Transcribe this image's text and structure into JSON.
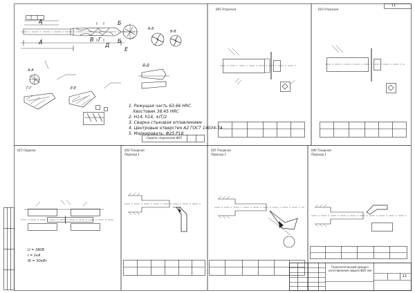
{
  "sheet": {
    "number": "11"
  },
  "technical_requirements": [
    "1. Режущая часть 63.66 HRC",
    "Хвостовик 38.45 HRC",
    "2. H14, h14, ±IT/2",
    "3. Сварка стыковая оплавлением",
    "4. Центровые отверстия А2 ГОСТ 14034-74",
    "5. Маркировать: Ф25 Р18"
  ],
  "views": {
    "section_A": "А-А",
    "section_B": "Б-Б",
    "section_V": "В-В",
    "section_G": "Г-Г",
    "section_D": "Д-Д",
    "section_E": "Е-Е",
    "letter_A": "А",
    "letter_B": "Б",
    "letter_V": "В",
    "letter_G": "Г",
    "letter_D": "Д",
    "letter_E": "Е"
  },
  "operations": {
    "op005": {
      "title": "005 Отрезная"
    },
    "op010": {
      "title": "010 Отрезная"
    },
    "op015": {
      "title": "015 Сварная"
    },
    "op020": {
      "title": "020 Токарная",
      "subtitle": "Переход 1"
    },
    "op025": {
      "title": "025 Токарная",
      "subtitle": "Переход 1"
    },
    "op040": {
      "title": "040 Токарная",
      "subtitle": "Переход 1"
    }
  },
  "weld_params": [
    "U = 380В",
    "I = 1кА",
    "W = 30кВт"
  ],
  "drill_label": "Сверло спиральное Ф25",
  "title_block": {
    "name": "Технологический процесс изготовления сверла Ф25 мм",
    "sheet_no": "11"
  }
}
